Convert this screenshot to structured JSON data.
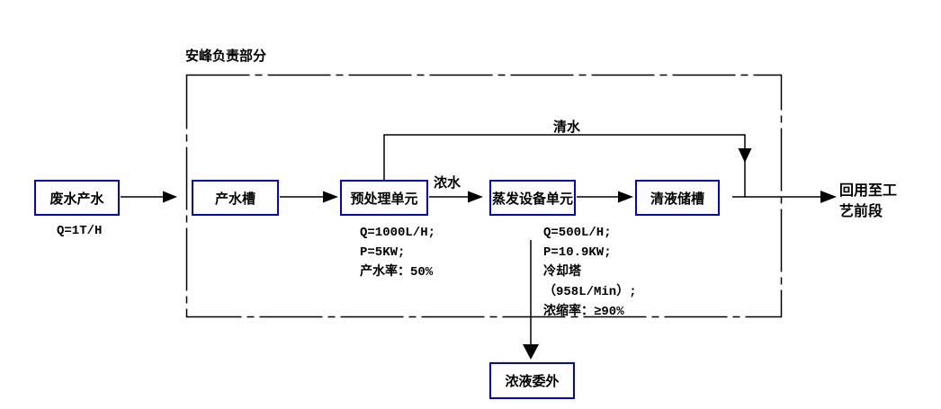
{
  "colors": {
    "box_border": "#0000e0",
    "line": "#000000",
    "text": "#000000",
    "background": "#ffffff"
  },
  "diagram": {
    "region_label": "安峰负责部分",
    "boxes": [
      {
        "label": "废水产水"
      },
      {
        "label": "产水槽"
      },
      {
        "label": "预处理单元"
      },
      {
        "label": "蒸发设备单元"
      },
      {
        "label": "清液储槽"
      },
      {
        "label": "浓液委外"
      }
    ],
    "annotations": {
      "feed_flow": "Q=1T/H",
      "pretreat_lines": [
        "Q=1000L/H;",
        "P=5KW;",
        "产水率：50%"
      ],
      "evap_lines": [
        "Q=500L/H;",
        "P=10.9KW;",
        "冷却塔",
        "（958L/Min）;",
        "浓缩率：≥90%"
      ]
    },
    "flow_labels": {
      "concentrated_water": "浓水",
      "clear_water": "清水"
    },
    "output": {
      "line1": "回用至工",
      "line2": "艺前段"
    }
  }
}
